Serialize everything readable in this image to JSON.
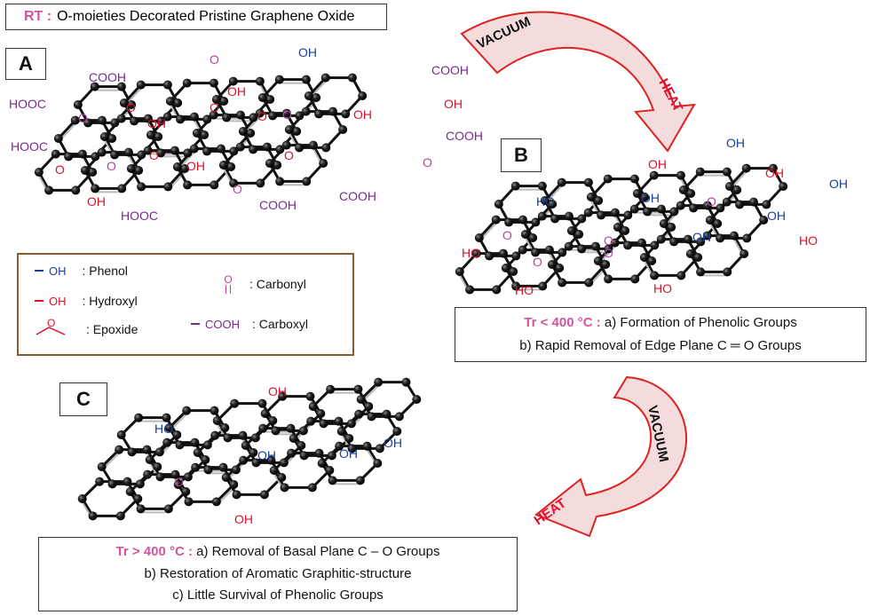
{
  "title_box": {
    "prefix": "RT :",
    "text": "O-moieties Decorated Pristine Graphene Oxide"
  },
  "panel_labels": {
    "a": "A",
    "b": "B",
    "c": "C"
  },
  "arrows": {
    "vacuum": "VACUUM",
    "heat": "HEAT"
  },
  "legend": {
    "phenol_sym": "OH",
    "phenol": ": Phenol",
    "hydroxyl_sym": "OH",
    "hydroxyl": ": Hydroxyl",
    "epoxide_sym": "O",
    "epoxide": ": Epoxide",
    "carbonyl_sym": "O",
    "carbonyl": ": Carbonyl",
    "carboxyl_sym": "COOH",
    "carboxyl": ": Carboxyl"
  },
  "cond_b": {
    "temp": "Tr < 400 °C :",
    "line1": "a) Formation of Phenolic Groups",
    "line2": "b) Rapid Removal of Edge Plane C ═ O Groups"
  },
  "cond_c": {
    "temp": "Tr > 400 °C :",
    "line1": "a) Removal of Basal Plane C – O Groups",
    "line2": "b) Restoration of Aromatic Graphitic-structure",
    "line3": "c) Little Survival of Phenolic Groups"
  },
  "groups": {
    "oh": "OH",
    "ho": "HO",
    "cooh": "COOH",
    "hooc": "HOOC",
    "o": "O"
  },
  "colors": {
    "phenol": "#1a3e9b",
    "hydroxyl": "#e0102a",
    "carbonyl": "#c2409a",
    "carboxyl": "#7a2a8f",
    "arrow_fill": "#f3dada",
    "arrow_stroke": "#d02020"
  }
}
